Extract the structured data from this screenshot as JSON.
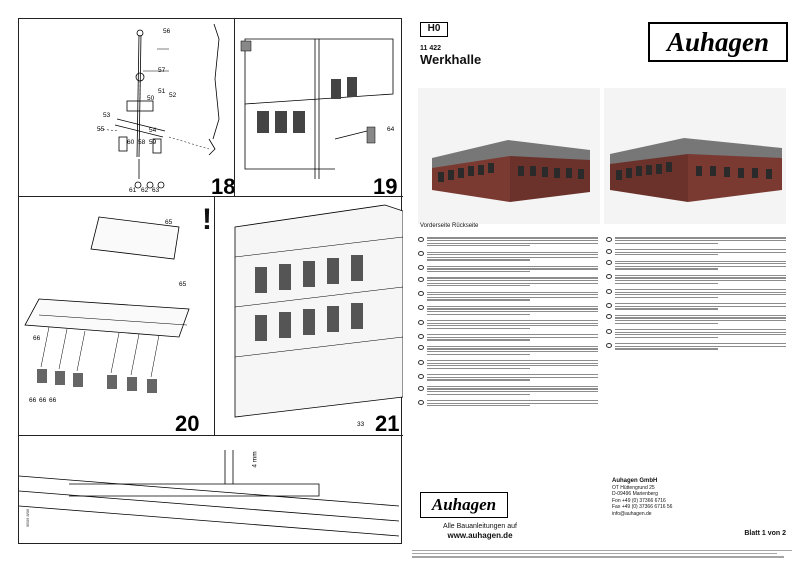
{
  "left_page": {
    "steps": [
      {
        "number": "18",
        "parts": [
          "56",
          "57",
          "53",
          "55",
          "50",
          "51",
          "52",
          "54",
          "60",
          "58",
          "59",
          "61",
          "62",
          "63"
        ]
      },
      {
        "number": "19",
        "parts": [
          "64"
        ]
      },
      {
        "number": "20",
        "parts": [
          "65",
          "65",
          "66",
          "66",
          "66",
          "66"
        ]
      },
      {
        "number": "21",
        "parts": [
          "33"
        ]
      }
    ],
    "warning_mark": "!",
    "dimension_label": "4 mm",
    "side_code": "9B09 8/06"
  },
  "right_page": {
    "scale": "H0",
    "article_number": "11 422",
    "product_name": "Werkhalle",
    "brand": "Auhagen",
    "photo_caption": "Vorderseite Rückseite",
    "company": {
      "name": "Auhagen GmbH",
      "lines": [
        "OT Hüttengrund 25",
        "D-09496 Marienberg",
        "Fon +49 (0) 37366 6716",
        "Fax +49 (0) 37366 6716 56",
        "info@auhagen.de"
      ]
    },
    "help_text": "Alle Bauanleitungen auf",
    "help_url": "www.auhagen.de",
    "sheet": "Blatt 1 von 2"
  },
  "colors": {
    "ink": "#000000",
    "text_lines": "#8d8d8d",
    "building_red": "#7a3a32",
    "roof": "#777777"
  },
  "icons": [
    "language-flag-icon",
    "warning-icon"
  ]
}
